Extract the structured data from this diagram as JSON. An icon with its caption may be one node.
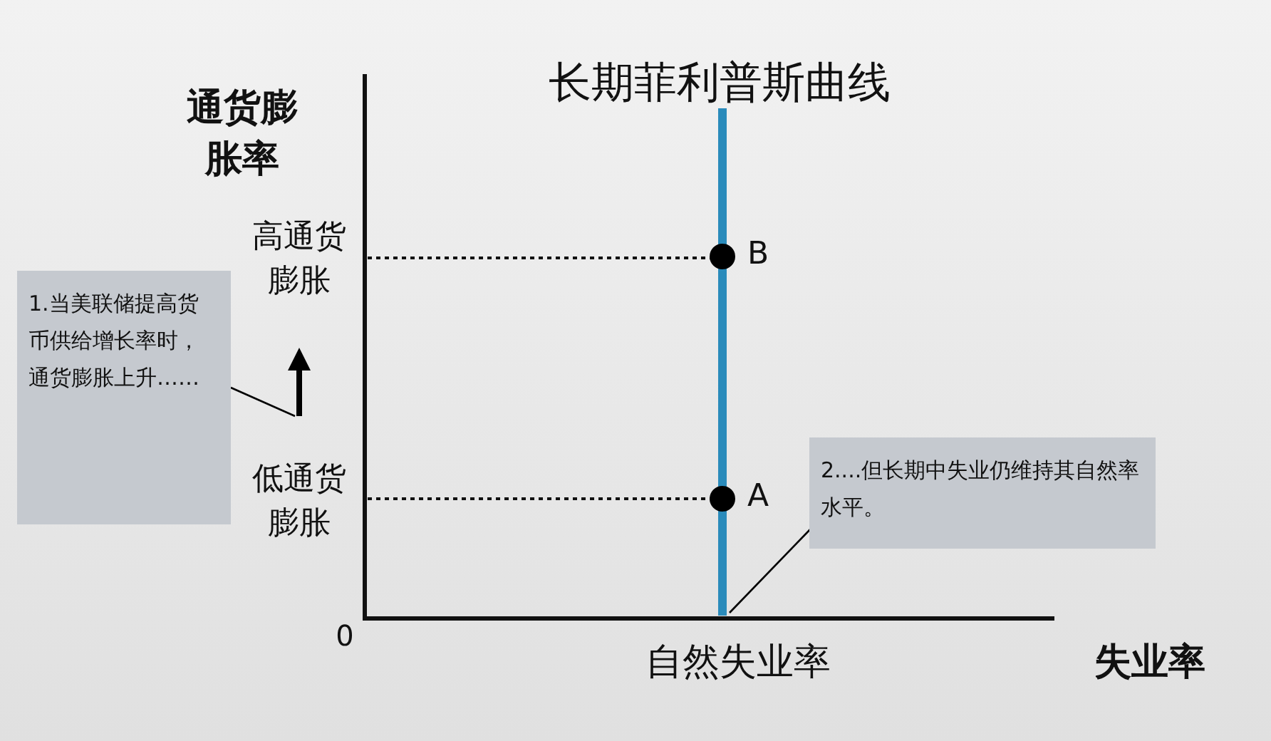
{
  "diagram": {
    "title": "长期菲利普斯曲线",
    "nodes": [
      {
        "text": [
          "1.当美联储提高货币供给增长率时，通货膨胀上升……"
        ]
      },
      {
        "text": [],
        "shape": "arrow"
      },
      {
        "text": [
          "2....但长期中失业仍维持其自然率水平。"
        ]
      },
      {
        "text": [],
        "shape": "line",
        "beside": [
          "B",
          "A"
        ]
      }
    ],
    "edges": [
      {
        "from": 0,
        "to": 1,
        "arrow": "none"
      },
      {
        "from": 2,
        "to": 3,
        "arrow": "none"
      }
    ],
    "labels": [
      "通货膨胀率",
      "高通货膨胀",
      "低通货膨胀",
      "0",
      "自然失业率",
      "失业率"
    ]
  }
}
